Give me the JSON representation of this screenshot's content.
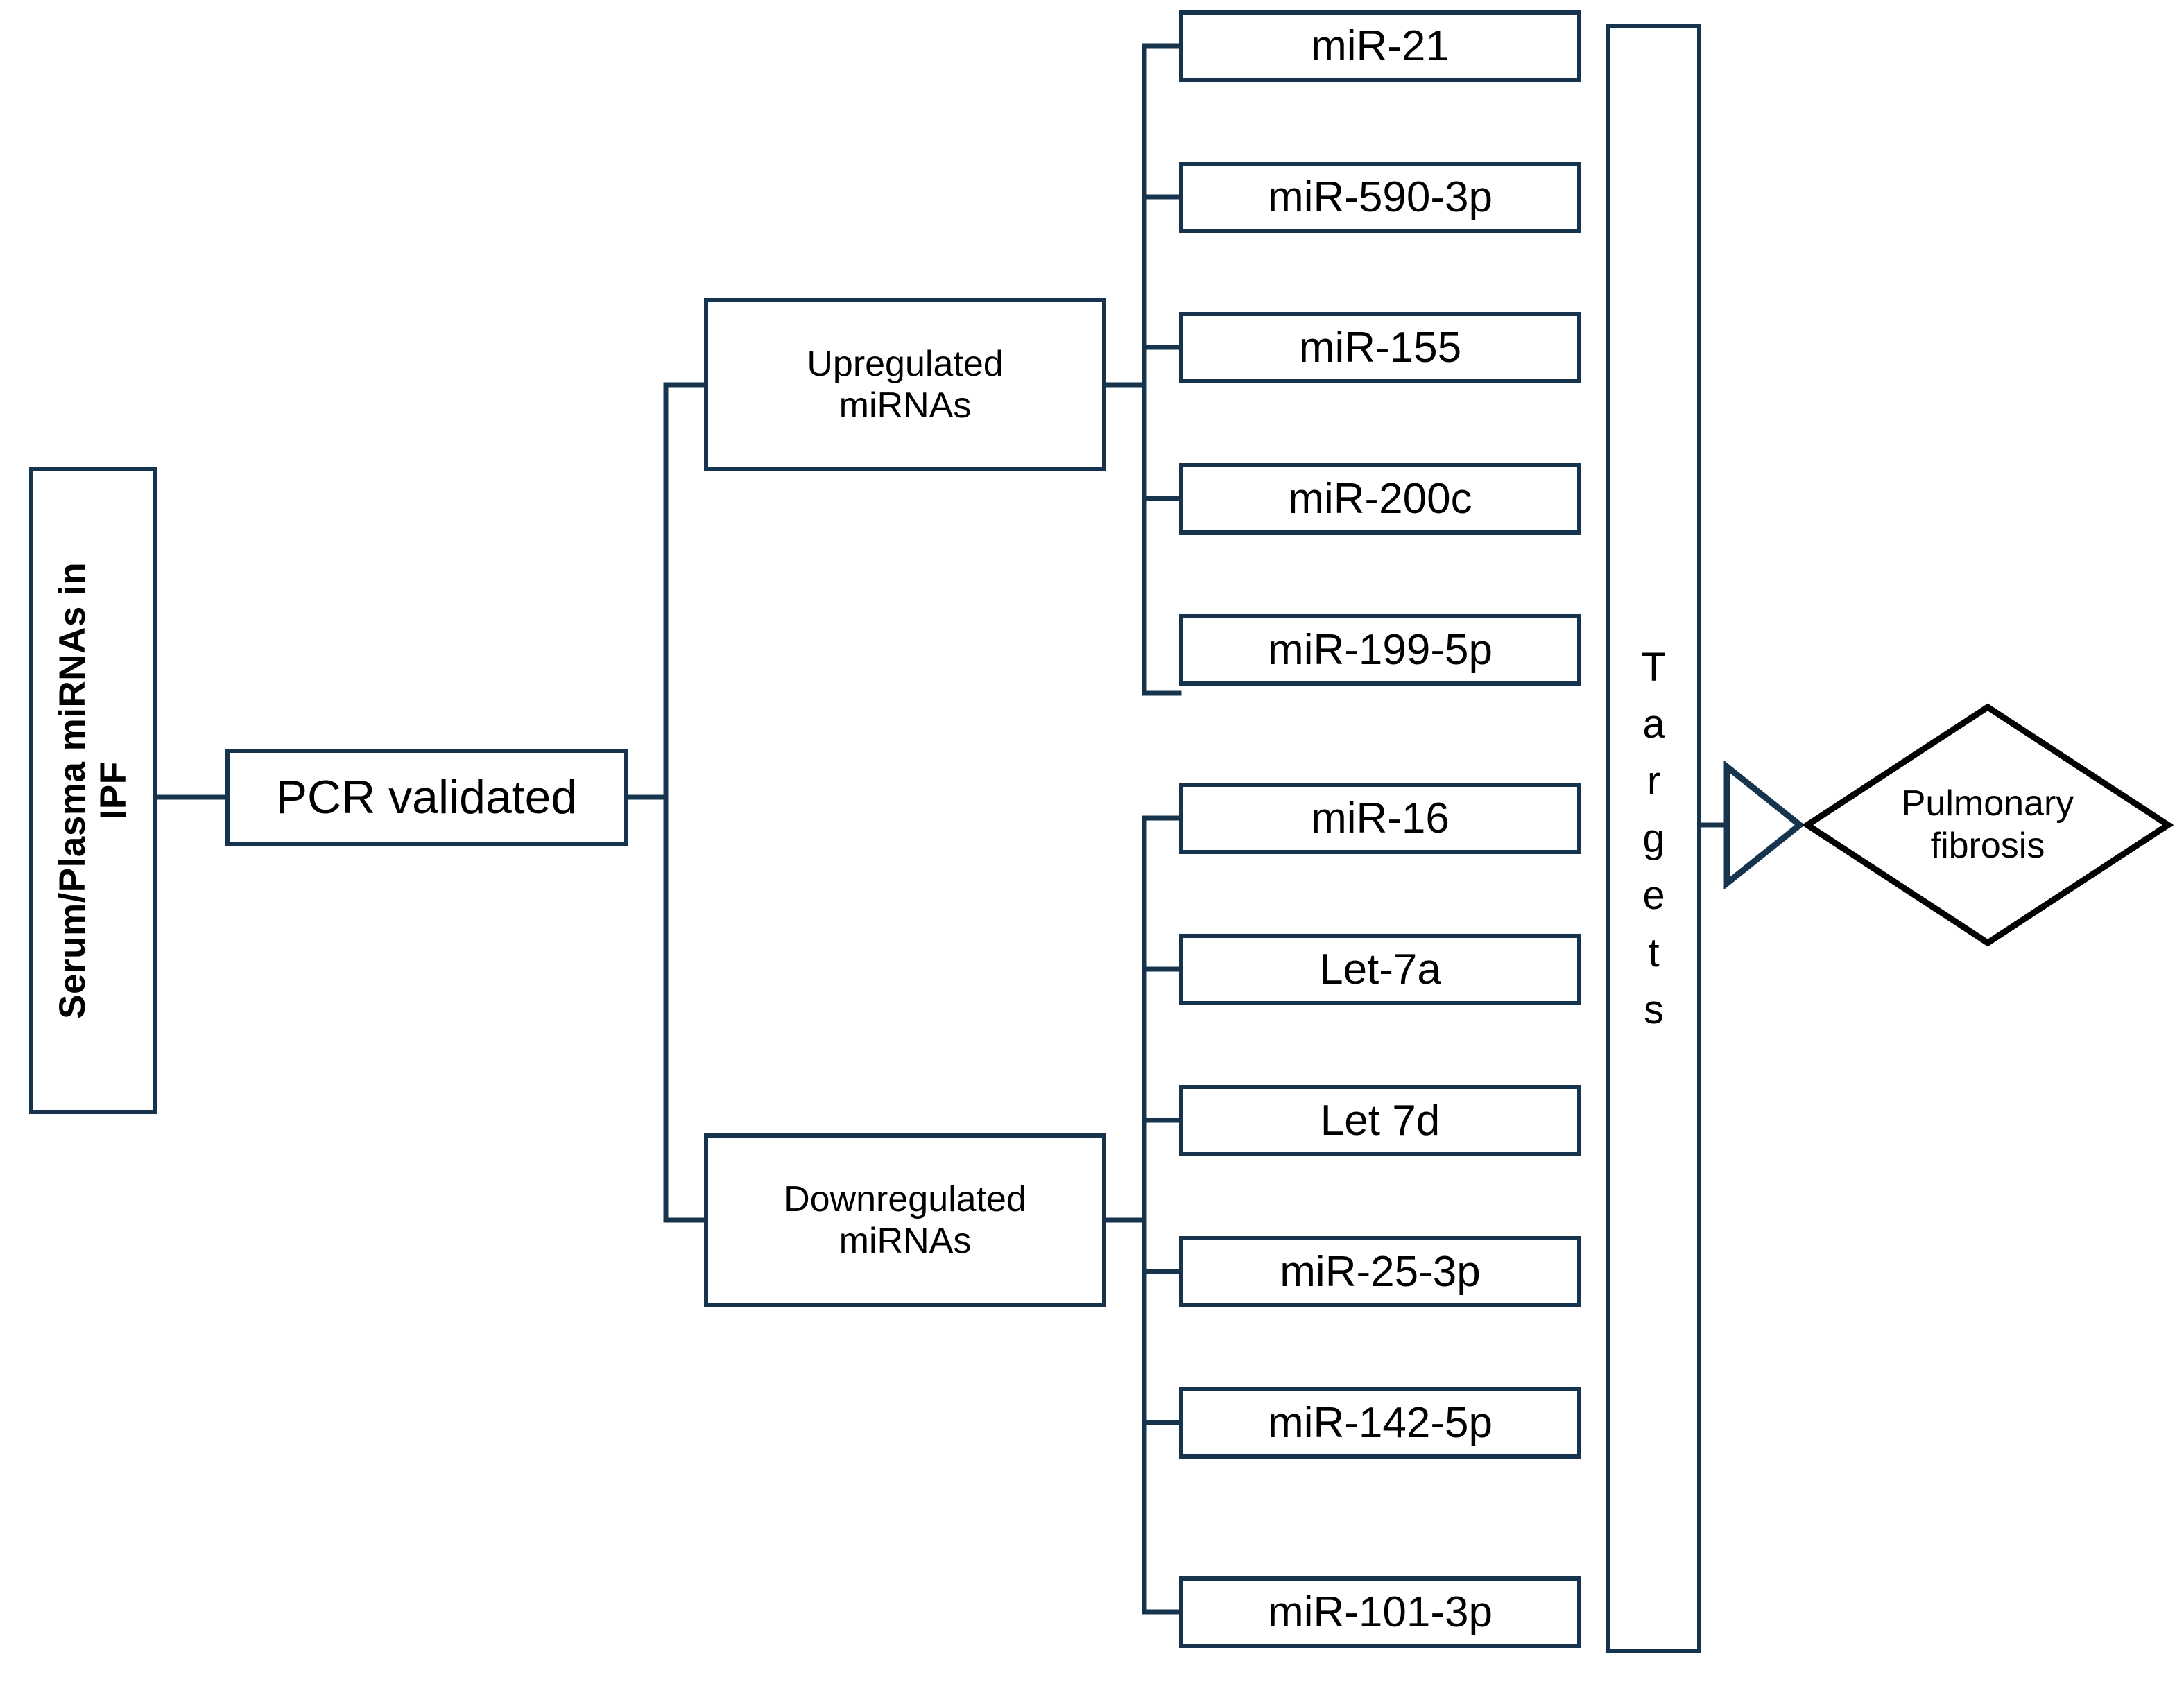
{
  "theme": {
    "box_border_color": "#17344f",
    "connector_color": "#17344f",
    "diamond_border_color": "#000000",
    "text_color": "#000000",
    "background": "#ffffff"
  },
  "source": {
    "line1": "Serum/Plasma miRNAs  in",
    "line2": "IPF"
  },
  "pcr": {
    "label": "PCR validated"
  },
  "groups": {
    "upregulated": {
      "line1": "Upregulated",
      "line2": "miRNAs"
    },
    "downregulated": {
      "line1": "Downregulated",
      "line2": "miRNAs"
    }
  },
  "upregulated_mirnas": [
    {
      "label": "miR-21"
    },
    {
      "label": "miR-590-3p"
    },
    {
      "label": "miR-155"
    },
    {
      "label": "miR-200c"
    },
    {
      "label": "miR-199-5p"
    }
  ],
  "downregulated_mirnas": [
    {
      "label": "miR-16"
    },
    {
      "label": "Let-7a"
    },
    {
      "label": "Let 7d"
    },
    {
      "label": "miR-25-3p"
    },
    {
      "label": "miR-142-5p"
    },
    {
      "label": "miR-101-3p"
    }
  ],
  "targets": {
    "label": "Targets",
    "letters": [
      "T",
      "a",
      "r",
      "g",
      "e",
      "t",
      "s"
    ]
  },
  "outcome": {
    "line1": "Pulmonary",
    "line2": "fibrosis"
  },
  "arrow": {
    "name": "hollow-triangle-arrow"
  }
}
